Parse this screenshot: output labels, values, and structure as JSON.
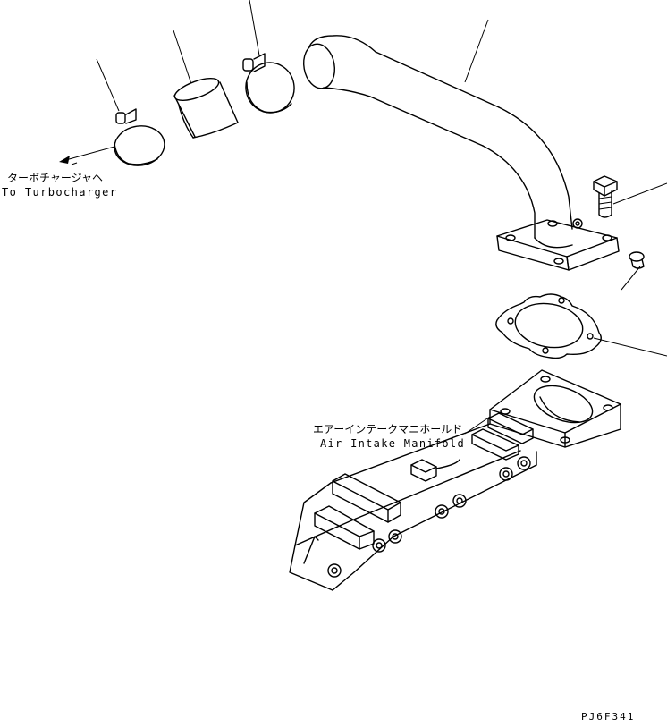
{
  "labels": {
    "turbo_jp": "ターボチャージャヘ",
    "turbo_en": "To Turbocharger",
    "manifold_jp": "エアーインテークマニホールド",
    "manifold_en": "Air Intake Manifold",
    "drawing_code": "PJ6F341"
  }
}
